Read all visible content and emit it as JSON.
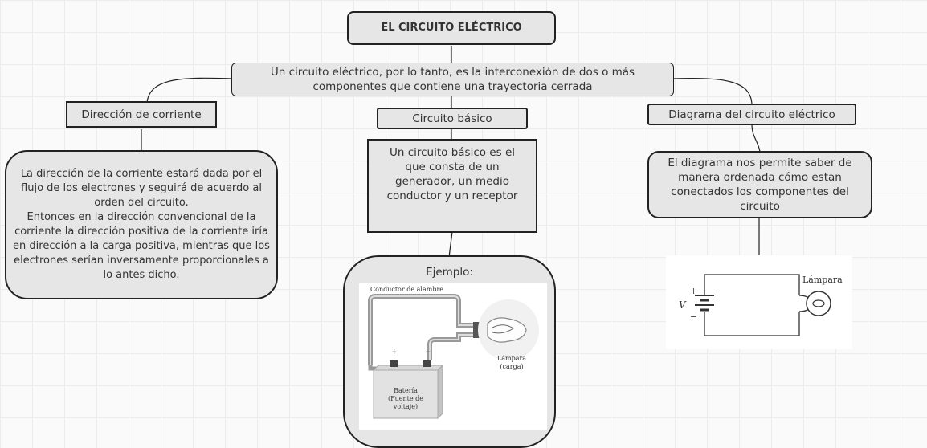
{
  "title": "EL CIRCUITO ELÉCTRICO",
  "definition": "Un circuito eléctrico, por lo tanto, es la interconexión de dos o más componentes que contiene una trayectoria cerrada",
  "branches": {
    "direction": {
      "label": "Dirección de corriente",
      "text": "La dirección de la corriente estará dada por el flujo de los electrones y seguirá de acuerdo al orden del circuito.\nEntonces en la dirección convencional de la corriente la dirección positiva de la corriente iría en dirección a la carga positiva, mientras que los electrones serían inversamente proporcionales a lo antes dicho."
    },
    "basic": {
      "label": "Circuito básico",
      "text": "Un circuito básico es el que consta de un generador, un medio conductor y un receptor",
      "example_label": "Ejemplo:",
      "image": {
        "conductor_label": "Conductor de alambre",
        "lamp_label_1": "Lámpara",
        "lamp_label_2": "(carga)",
        "battery_label_1": "Batería",
        "battery_label_2": "(Fuente de",
        "battery_label_3": "voltaje)",
        "plus": "+",
        "minus": "−"
      }
    },
    "diagram": {
      "label": "Diagrama del circuito eléctrico",
      "text": "El diagrama nos permite saber de manera ordenada cómo estan conectados los componentes del circuito",
      "image": {
        "voltage_label": "V",
        "lamp_label": "Lámpara",
        "plus": "+",
        "minus": "−"
      }
    }
  }
}
